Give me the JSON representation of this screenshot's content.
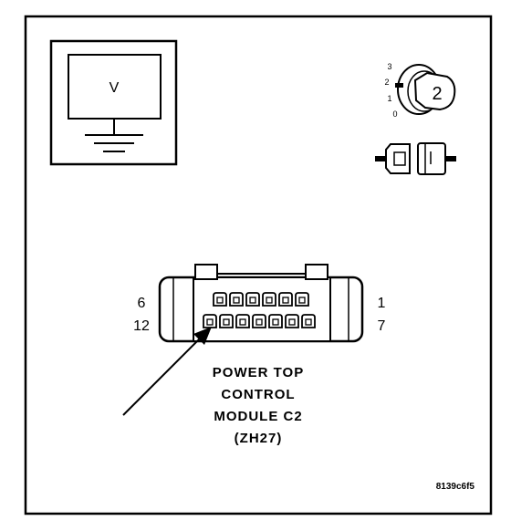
{
  "meter": {
    "display_text": "V"
  },
  "key_switch": {
    "positions": [
      "3",
      "2",
      "1",
      "0"
    ],
    "key_number": "2"
  },
  "connector": {
    "left_top_pin": "6",
    "left_bottom_pin": "12",
    "right_top_pin": "1",
    "right_bottom_pin": "7"
  },
  "caption": {
    "line1": "POWER TOP",
    "line2": "CONTROL",
    "line3": "MODULE C2",
    "line4": "(ZH27)"
  },
  "figure_id": "8139c6f5",
  "colors": {
    "ink": "#000000",
    "background": "#ffffff"
  }
}
